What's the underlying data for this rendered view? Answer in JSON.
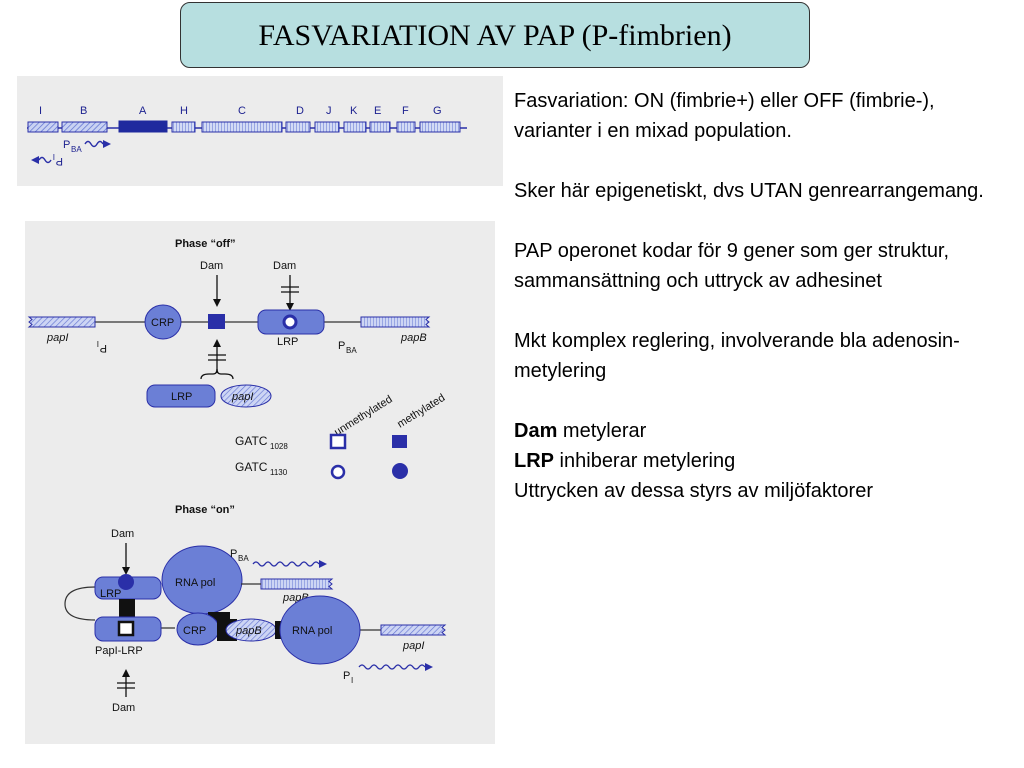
{
  "title": "FASVARIATION AV PAP (P-fimbrien)",
  "gene_map": {
    "genes": [
      "I",
      "B",
      "A",
      "H",
      "C",
      "D",
      "J",
      "K",
      "E",
      "F",
      "G"
    ],
    "promoter_ba": "P",
    "promoter_ba_sub": "BA",
    "promoter_i": "P",
    "promoter_i_sub": "I"
  },
  "diagram": {
    "phase_off": "Phase “off”",
    "phase_on": "Phase “on”",
    "dam": "Dam",
    "crp": "CRP",
    "lrp": "LRP",
    "papi": "papI",
    "papb": "papB",
    "rna_pol": "RNA pol",
    "papi_lrp": "PapI-LRP",
    "p": "P",
    "ba_sub": "BA",
    "i_sub": "I",
    "unmethylated": "unmethylated",
    "methylated": "methylated",
    "gatc": "GATC",
    "gatc_1028": "1028",
    "gatc_1130": "1130"
  },
  "text": {
    "para1": "Fasvariation: ON (fimbrie+) eller OFF (fimbrie-), varianter i en mixad population.",
    "para2": "Sker här epigenetiskt, dvs UTAN genrearrangemang.",
    "para3": "PAP operonet kodar för 9 gener som ger struktur, sammansättning och uttryck av adhesinet",
    "para4": "Mkt komplex reglering, involverande bla adenosin-metylering",
    "dam_bold": "Dam",
    "dam_rest": " metylerar",
    "lrp_bold": "LRP",
    "lrp_rest": " inhiberar metylering",
    "last_line": "Uttrycken av dessa styrs av miljöfaktorer"
  },
  "colors": {
    "title_bg": "#b7dfe0",
    "diagram_blue": "#2a2fa8",
    "shape_fill": "#6b7fd6",
    "panel_bg": "#ececec"
  }
}
